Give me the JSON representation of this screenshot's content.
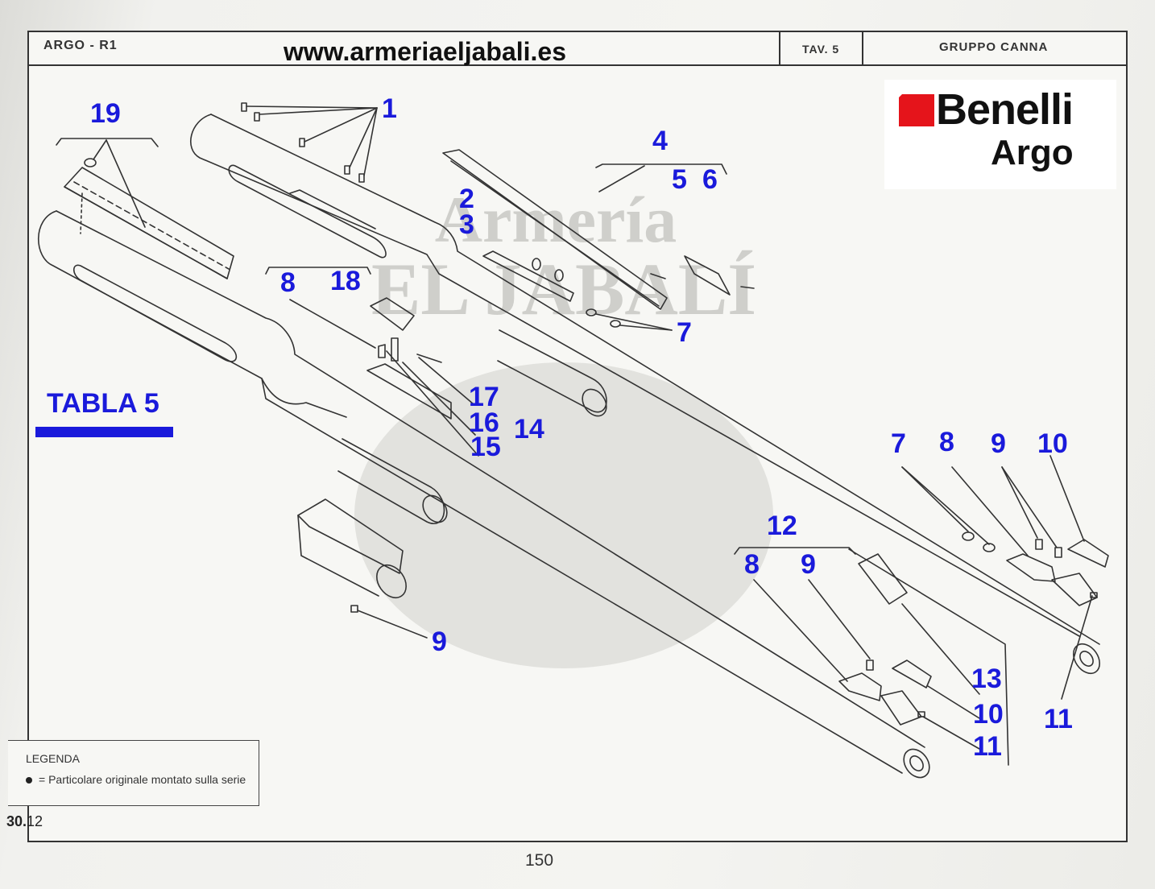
{
  "header": {
    "model": "ARGO - R1",
    "website": "www.armeriaeljabali.es",
    "table_ref": "TAV. 5",
    "group": "GRUPPO CANNA"
  },
  "logo": {
    "brand": "Benelli",
    "model": "Argo",
    "brand_color": "#e5141b"
  },
  "watermark": {
    "line1": "Armería",
    "line2": "EL JABALÍ"
  },
  "tabla_label": "TABLA 5",
  "callouts": [
    "19",
    "1",
    "4",
    "5",
    "6",
    "2",
    "3",
    "8",
    "18",
    "7",
    "17",
    "16",
    "15",
    "14",
    "7",
    "8",
    "9",
    "10",
    "12",
    "8",
    "9",
    "9",
    "13",
    "10",
    "11",
    "11"
  ],
  "legend": {
    "title": "LEGENDA",
    "marker": "=",
    "text": "Particolare originale montato sulla serie"
  },
  "ref_code_bold": "30.",
  "ref_code": "12",
  "page_number": "150",
  "colors": {
    "callout": "#1a1adb",
    "line": "#333333"
  }
}
